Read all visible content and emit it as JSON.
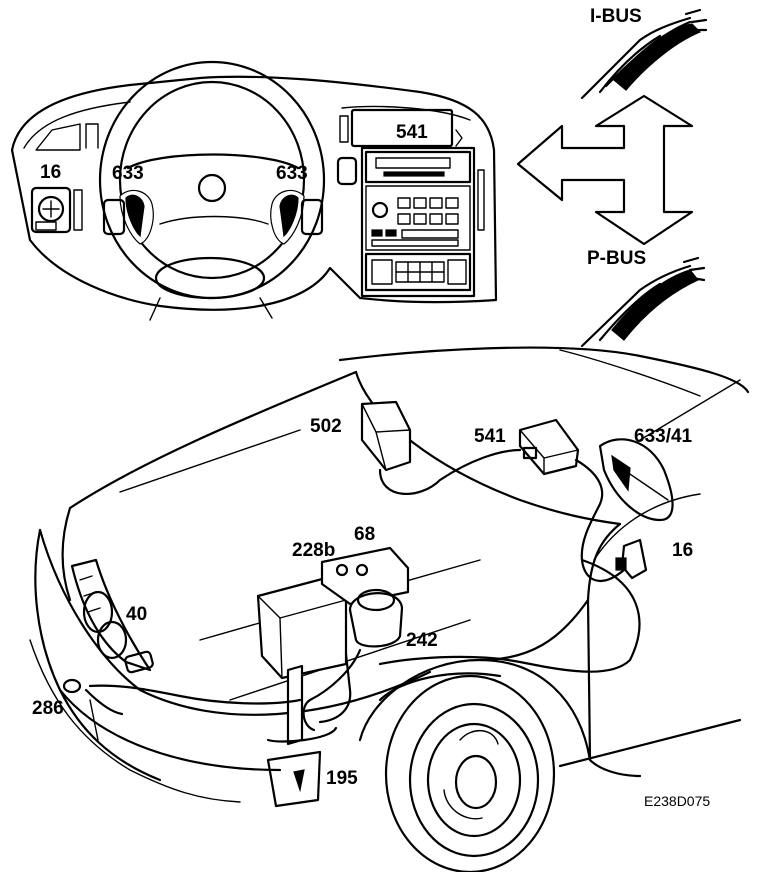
{
  "labels": {
    "i_bus": "I-BUS",
    "p_bus": "P-BUS",
    "dash_16": "16",
    "dash_633_left": "633",
    "dash_633_right": "633",
    "dash_541": "541",
    "car_502": "502",
    "car_541": "541",
    "car_633_41": "633/41",
    "car_16": "16",
    "car_68": "68",
    "car_228b": "228b",
    "car_40": "40",
    "car_242": "242",
    "car_286": "286",
    "car_195": "195",
    "figure_id": "E238D075"
  }
}
